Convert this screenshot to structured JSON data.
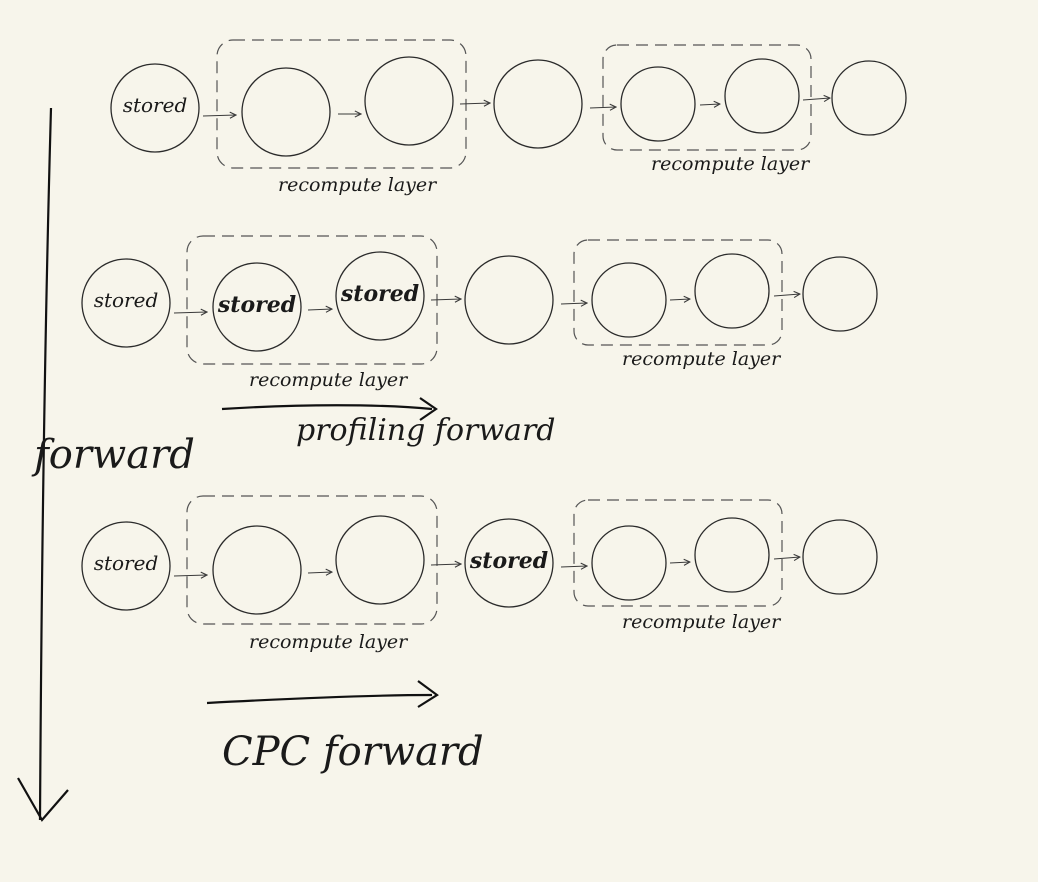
{
  "diagram": {
    "stroke_color": "#2b2b2b",
    "background_color": "#f7f5eb",
    "side_label": "forward",
    "rows": [
      {
        "id": "row1",
        "nodes": [
          "stored",
          "",
          "",
          "",
          "",
          "",
          ""
        ],
        "groups": [
          {
            "label": "recompute layer"
          },
          {
            "label": "recompute layer"
          }
        ]
      },
      {
        "id": "row2",
        "nodes": [
          "stored",
          "stored",
          "stored",
          "",
          "",
          "",
          ""
        ],
        "groups": [
          {
            "label": "recompute layer"
          },
          {
            "label": "recompute layer"
          }
        ],
        "caption": "profiling forward"
      },
      {
        "id": "row3",
        "nodes": [
          "stored",
          "",
          "",
          "stored",
          "",
          "",
          ""
        ],
        "groups": [
          {
            "label": "recompute layer"
          },
          {
            "label": "recompute layer"
          }
        ],
        "caption": "CPC forward"
      }
    ]
  }
}
